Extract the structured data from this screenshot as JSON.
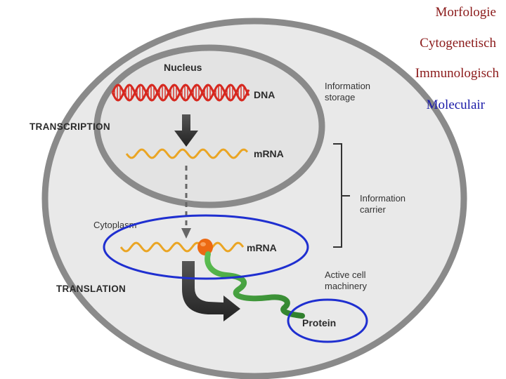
{
  "diagram": {
    "labels": {
      "nucleus": "Nucleus",
      "dna": "DNA",
      "information_storage": [
        "Information",
        "storage"
      ],
      "transcription": "TRANSCRIPTION",
      "mrna_nucleus": "mRNA",
      "information_carrier": [
        "Information",
        "carrier"
      ],
      "cytoplasm": "Cytoplasm",
      "mrna_cytoplasm": "mRNA",
      "active_cell_machinery": [
        "Active cell",
        "machinery"
      ],
      "translation": "TRANSLATION",
      "protein": "Protein"
    },
    "colors": {
      "cell_fill": "#e9e9e9",
      "membrane": "#8a8a8a",
      "dna_red": "#d6281f",
      "mrna_yellow": "#eaa524",
      "ribosome_orange": "#ec6a12",
      "protein_green": "#3c9a3a",
      "highlight_blue": "#1f2fd0"
    }
  },
  "overlay_topics": [
    {
      "text": "Morfologie",
      "color": "#8b1a1a"
    },
    {
      "text": "Cytogenetisch",
      "color": "#8b1a1a"
    },
    {
      "text": "Immunologisch",
      "color": "#8b1a1a"
    },
    {
      "text": "Moleculair",
      "color": "#1a1aa8"
    }
  ]
}
